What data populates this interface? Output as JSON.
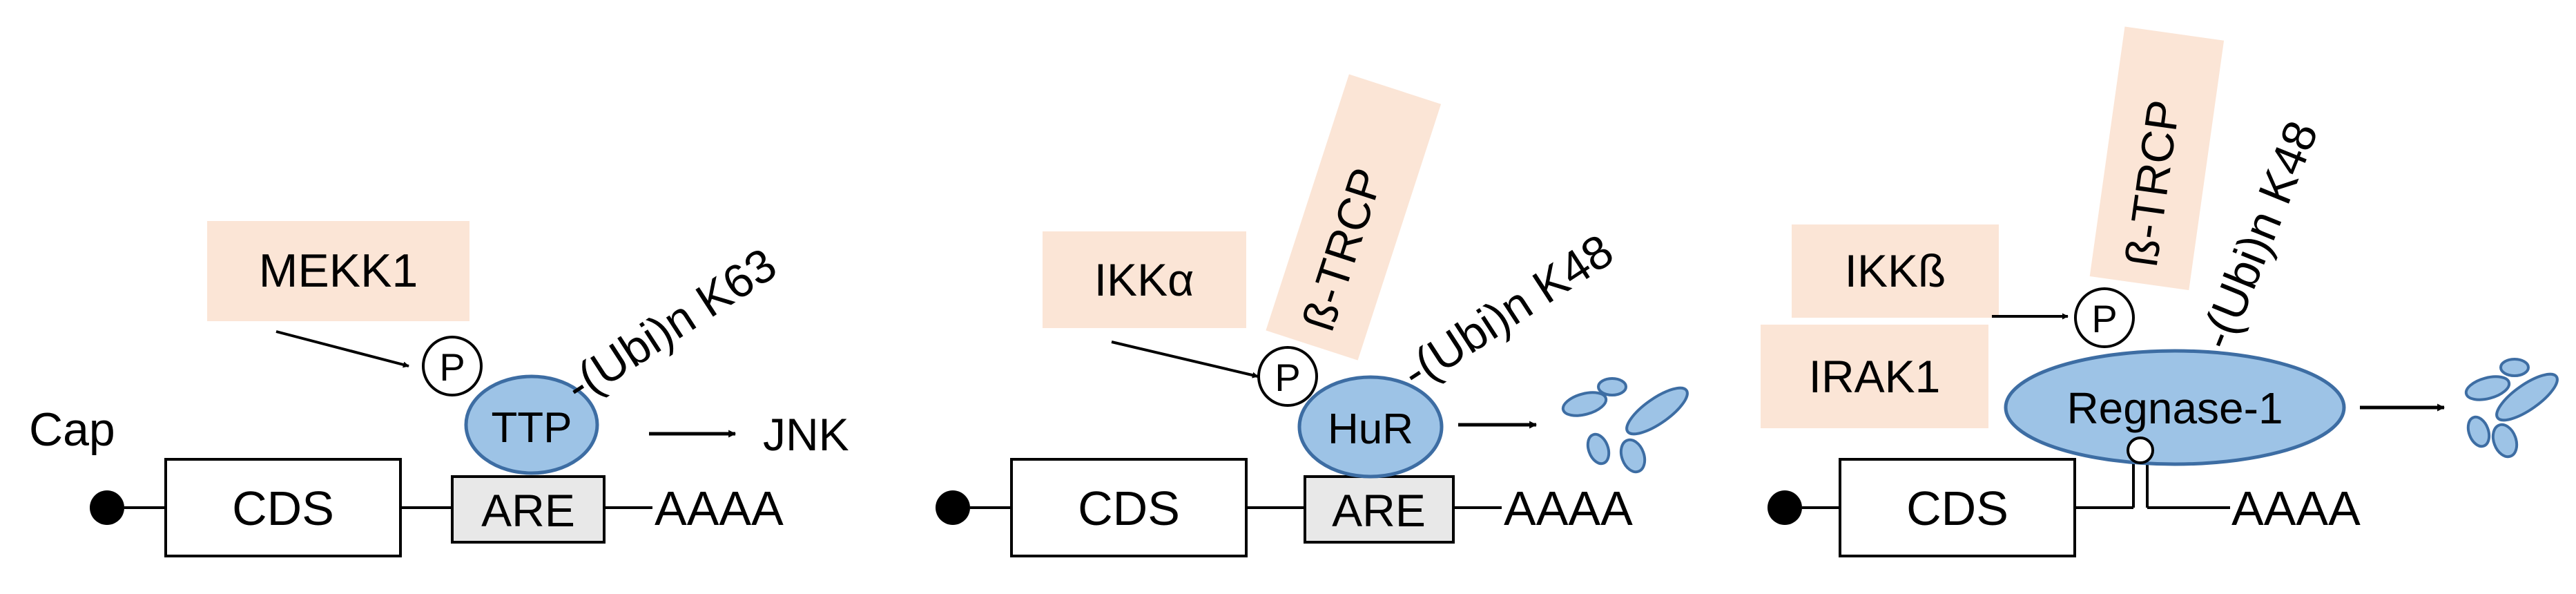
{
  "colors": {
    "protein_fill": "#9dc3e6",
    "protein_stroke": "#3d6da3",
    "kinase_fill": "#fbe5d6",
    "are_fill": "#e8e8e8",
    "line": "#000000"
  },
  "panels": [
    {
      "cap": "Cap",
      "cds": "CDS",
      "are": "ARE",
      "polyA": "AAAA",
      "kinases": [
        "MEKK1"
      ],
      "phospho": "P",
      "protein": "TTP",
      "ubiquitin": "-(Ubi)n K63",
      "outcome": "JNK"
    },
    {
      "cds": "CDS",
      "are": "ARE",
      "polyA": "AAAA",
      "kinases": [
        "IKKα"
      ],
      "e3_ligase": "ß-TRCP",
      "phospho": "P",
      "protein": "HuR",
      "ubiquitin": "-(Ubi)n K48",
      "outcome": "degradation-fragments"
    },
    {
      "cds": "CDS",
      "polyA": "AAAA",
      "kinases": [
        "IKKß",
        "IRAK1"
      ],
      "e3_ligase": "ß-TRCP",
      "phospho": "P",
      "protein": "Regnase-1",
      "ubiquitin": "-(Ubi)n K48",
      "outcome": "degradation-fragments"
    }
  ]
}
